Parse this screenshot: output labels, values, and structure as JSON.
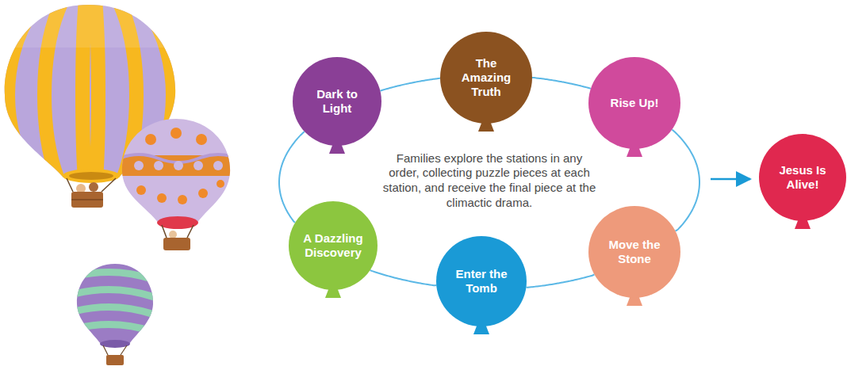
{
  "diagram": {
    "nodes": [
      {
        "text": [
          "Dark to Light"
        ]
      },
      {
        "text": [
          "The Amazing Truth"
        ]
      },
      {
        "text": [
          "Rise Up!"
        ]
      },
      {
        "text": [
          "A Dazzling Discovery"
        ]
      },
      {
        "text": [
          "Enter the Tomb"
        ]
      },
      {
        "text": [
          "Move the Stone"
        ]
      },
      {
        "text": [
          "Jesus Is Alive!"
        ]
      }
    ],
    "edges": [
      {
        "from": 1,
        "to": 2,
        "arrow": "none"
      },
      {
        "from": 2,
        "to": 5,
        "arrow": "none"
      },
      {
        "from": 5,
        "to": 4,
        "arrow": "none"
      },
      {
        "from": 4,
        "to": 3,
        "arrow": "none"
      },
      {
        "from": 3,
        "to": 0,
        "arrow": "none"
      },
      {
        "from": 0,
        "to": 1,
        "arrow": "none"
      }
    ],
    "labels": [
      "Families explore the stations in any order, collecting puzzle pieces at each station, and receive the final piece at the climactic drama."
    ]
  }
}
